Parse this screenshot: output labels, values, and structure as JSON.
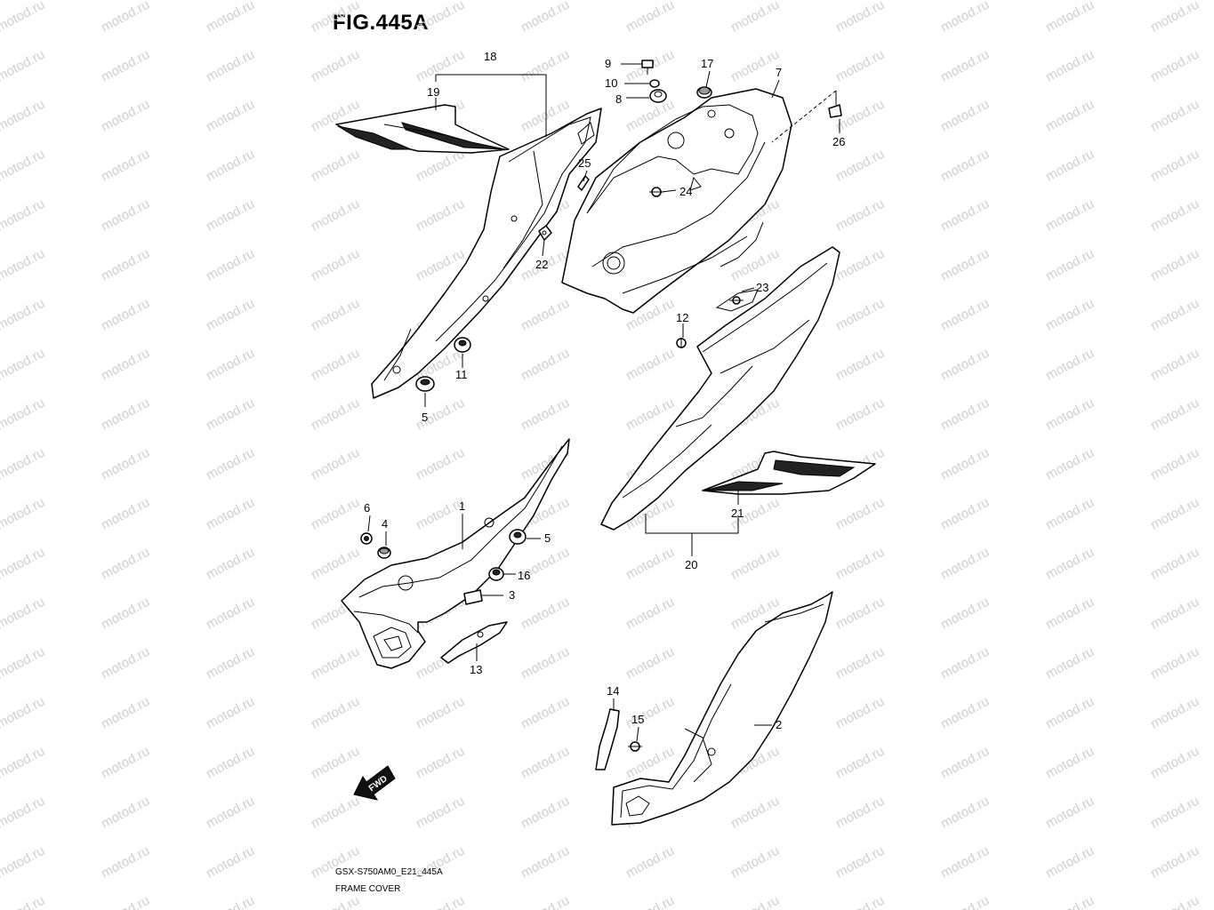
{
  "figure_title": "FIG.445A",
  "footer": {
    "model_code": "GSX-S750AM0_E21_445A",
    "diagram_name": "FRAME COVER"
  },
  "watermark": "motod.ru",
  "fwd_label": "FWD",
  "callouts": [
    "1",
    "2",
    "3",
    "4",
    "5",
    "5",
    "6",
    "7",
    "8",
    "9",
    "10",
    "11",
    "12",
    "13",
    "14",
    "15",
    "16",
    "17",
    "18",
    "19",
    "20",
    "21",
    "22",
    "23",
    "24",
    "25",
    "26"
  ]
}
